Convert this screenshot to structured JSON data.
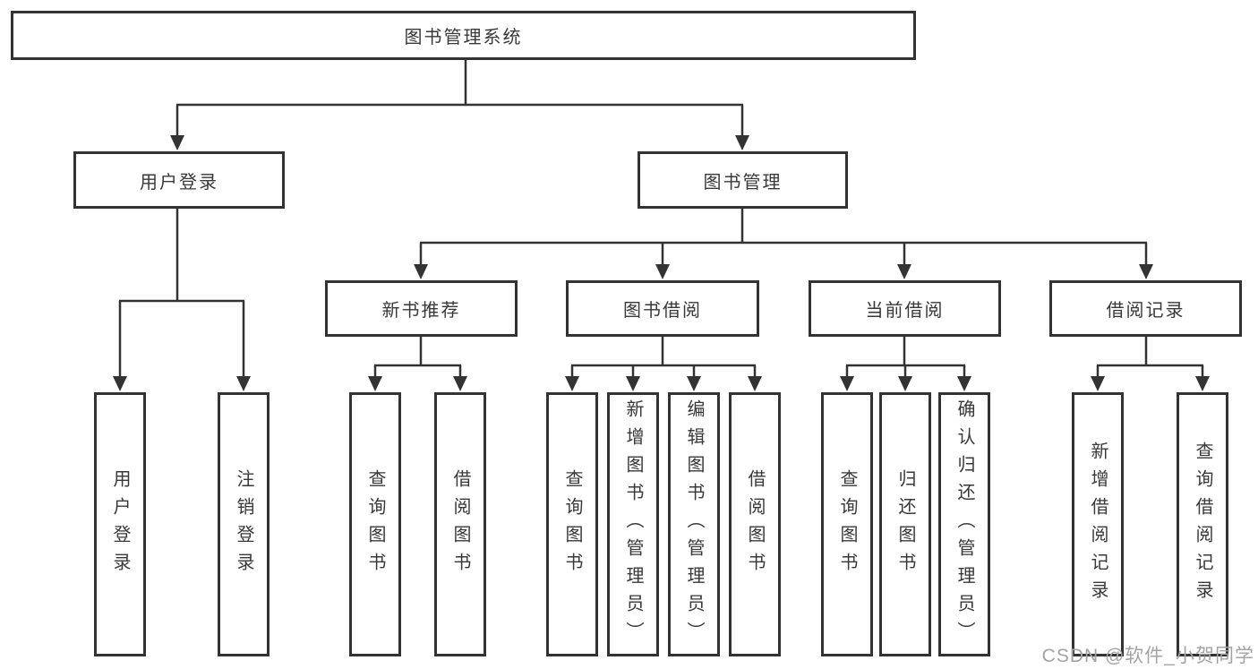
{
  "nodes": {
    "root": "图书管理系统",
    "user_login": "用户登录",
    "book_mgmt": "图书管理",
    "new_book_rec": "新书推荐",
    "book_borrow": "图书借阅",
    "current_borrow": "当前借阅",
    "borrow_records": "借阅记录",
    "leaves": {
      "user_login": [
        "用户登录",
        "注销登录"
      ],
      "new_book_rec": [
        "查询图书",
        "借阅图书"
      ],
      "book_borrow": [
        "查询图书",
        "新增图书（管理员）",
        "编辑图书（管理员）",
        "借阅图书"
      ],
      "current_borrow": [
        "查询图书",
        "归还图书",
        "确认归还（管理员）"
      ],
      "borrow_records": [
        "新增借阅记录",
        "查询借阅记录"
      ]
    }
  },
  "watermark": "CSDN @软件_小贺同学",
  "colors": {
    "line": "#333333",
    "border": "#333333",
    "text": "#383838",
    "background": "#ffffff",
    "watermark": "#a3a3a3"
  }
}
